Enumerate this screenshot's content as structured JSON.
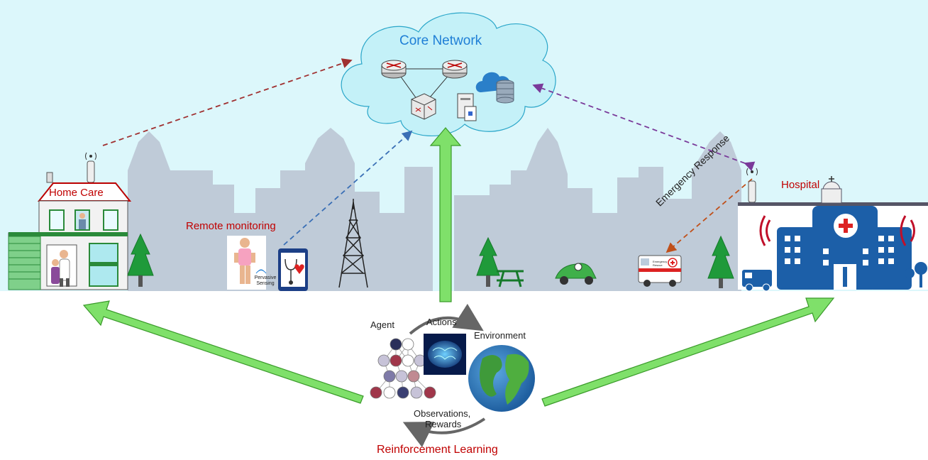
{
  "core_network": {
    "title": "Core Network"
  },
  "home_care": {
    "title": "Home Care"
  },
  "remote_monitoring": {
    "title": "Remote monitoring",
    "sensing_label": "Pervasive Sensing"
  },
  "hospital": {
    "title": "Hospital"
  },
  "emergency": {
    "label": "Emergency Response",
    "ambulance_text": "Emergency Rescue"
  },
  "rl": {
    "title": "Reinforcement Learning",
    "agent": "Agent",
    "actions": "Actions",
    "environment": "Environment",
    "observations": "Observations,",
    "rewards": "Rewards"
  },
  "colors": {
    "sky": "#dcf7fb",
    "skyline": "#bfcbd8",
    "cloud": "#c4f1f8",
    "green_arrow": "#7fe06a",
    "hospital_blue": "#1c5fa8",
    "label_red": "#c00000",
    "core_blue": "#1f7fd6"
  }
}
